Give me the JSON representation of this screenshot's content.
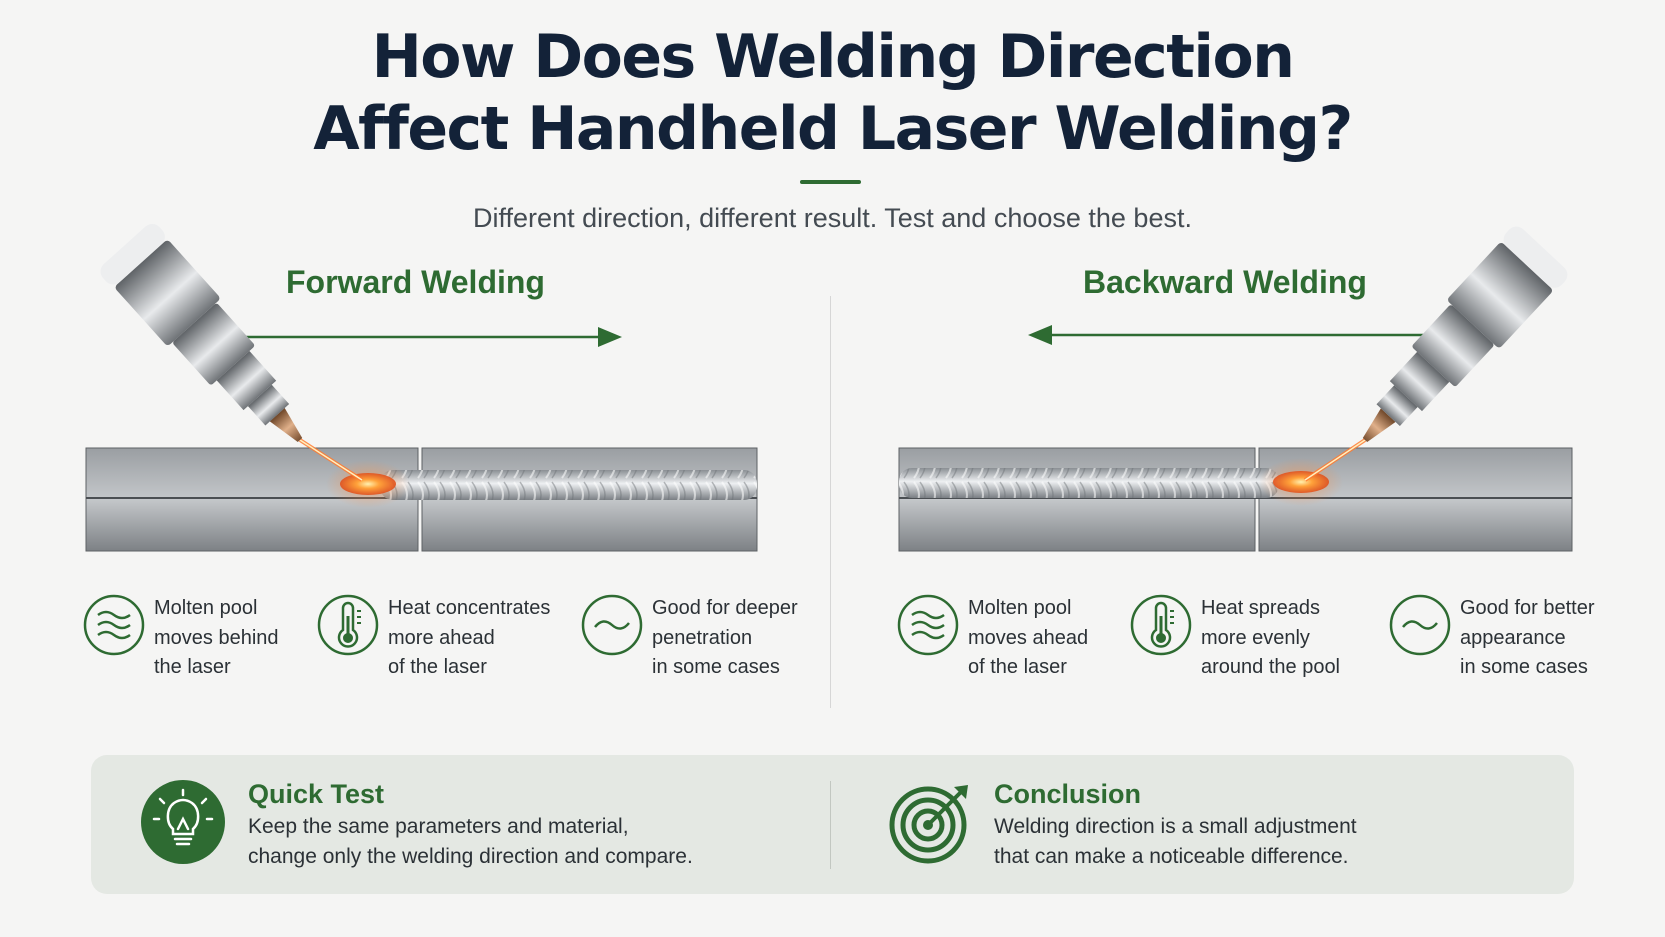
{
  "title": {
    "line1": "How Does Welding Direction",
    "line2": "Affect Handheld Laser Welding?"
  },
  "subtitle": "Different direction, different result. Test and choose the best.",
  "forward": {
    "heading": "Forward Welding",
    "features": [
      {
        "icon": "molten-pool-icon",
        "lines": [
          "Molten pool",
          "moves behind",
          "the laser"
        ]
      },
      {
        "icon": "thermometer-icon",
        "lines": [
          "Heat concentrates",
          "more ahead",
          "of the laser"
        ]
      },
      {
        "icon": "wave-icon",
        "lines": [
          "Good for deeper",
          "penetration",
          "in some cases"
        ]
      }
    ]
  },
  "backward": {
    "heading": "Backward Welding",
    "features": [
      {
        "icon": "molten-pool-icon",
        "lines": [
          "Molten pool",
          "moves ahead",
          "of the laser"
        ]
      },
      {
        "icon": "thermometer-icon",
        "lines": [
          "Heat spreads",
          "more evenly",
          "around the pool"
        ]
      },
      {
        "icon": "wave-icon",
        "lines": [
          "Good for better",
          "appearance",
          "in some cases"
        ]
      }
    ]
  },
  "quick_test": {
    "icon": "lightbulb-icon",
    "heading": "Quick Test",
    "lines": [
      "Keep the same parameters and material,",
      "change only the welding direction and compare."
    ]
  },
  "conclusion": {
    "icon": "target-icon",
    "heading": "Conclusion",
    "lines": [
      "Welding direction is a small adjustment",
      "that can make a noticeable difference."
    ]
  },
  "colors": {
    "accent_green": "#2e6b32",
    "title_navy": "#132238",
    "panel_bg": "#e4e8e3",
    "molten_orange": "#f06a1e"
  }
}
